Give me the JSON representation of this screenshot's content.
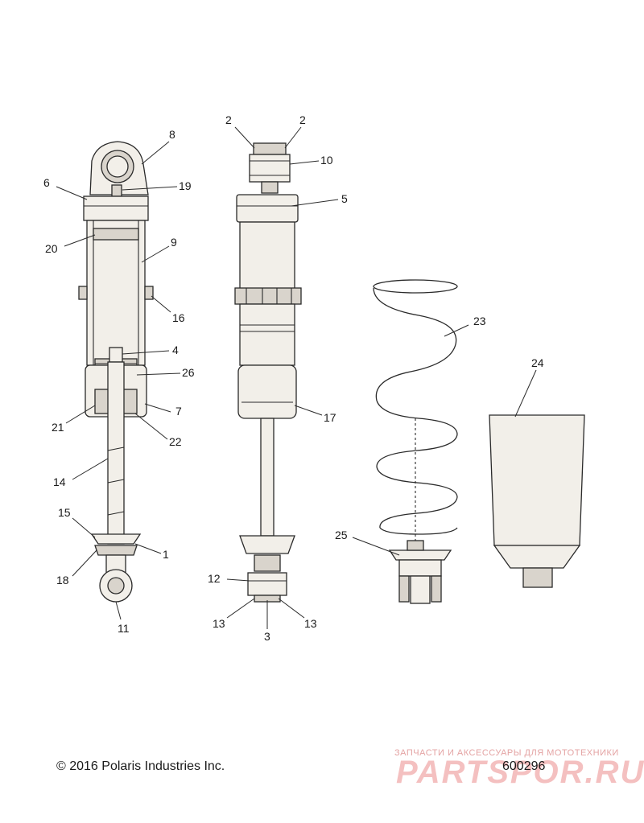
{
  "callouts": [
    {
      "id": "c8",
      "text": "8"
    },
    {
      "id": "c6",
      "text": "6"
    },
    {
      "id": "c19",
      "text": "19"
    },
    {
      "id": "c20",
      "text": "20"
    },
    {
      "id": "c9",
      "text": "9"
    },
    {
      "id": "c16",
      "text": "16"
    },
    {
      "id": "c4",
      "text": "4"
    },
    {
      "id": "c26",
      "text": "26"
    },
    {
      "id": "c21",
      "text": "21"
    },
    {
      "id": "c7",
      "text": "7"
    },
    {
      "id": "c22",
      "text": "22"
    },
    {
      "id": "c14",
      "text": "14"
    },
    {
      "id": "c15",
      "text": "15"
    },
    {
      "id": "c1",
      "text": "1"
    },
    {
      "id": "c18",
      "text": "18"
    },
    {
      "id": "c11",
      "text": "11"
    },
    {
      "id": "c2a",
      "text": "2"
    },
    {
      "id": "c2b",
      "text": "2"
    },
    {
      "id": "c10",
      "text": "10"
    },
    {
      "id": "c5",
      "text": "5"
    },
    {
      "id": "c17",
      "text": "17"
    },
    {
      "id": "c12",
      "text": "12"
    },
    {
      "id": "c13a",
      "text": "13"
    },
    {
      "id": "c13b",
      "text": "13"
    },
    {
      "id": "c3",
      "text": "3"
    },
    {
      "id": "c23",
      "text": "23"
    },
    {
      "id": "c24",
      "text": "24"
    },
    {
      "id": "c25",
      "text": "25"
    }
  ],
  "footer": {
    "copyright": "© 2016 Polaris Industries Inc.",
    "diagram_number": "600296"
  },
  "watermark": {
    "subtitle": "ЗАПЧАСТИ И АКСЕССУАРЫ ДЛЯ МОТОТЕХНИКИ",
    "brand": "PARTSPOR.RU"
  }
}
